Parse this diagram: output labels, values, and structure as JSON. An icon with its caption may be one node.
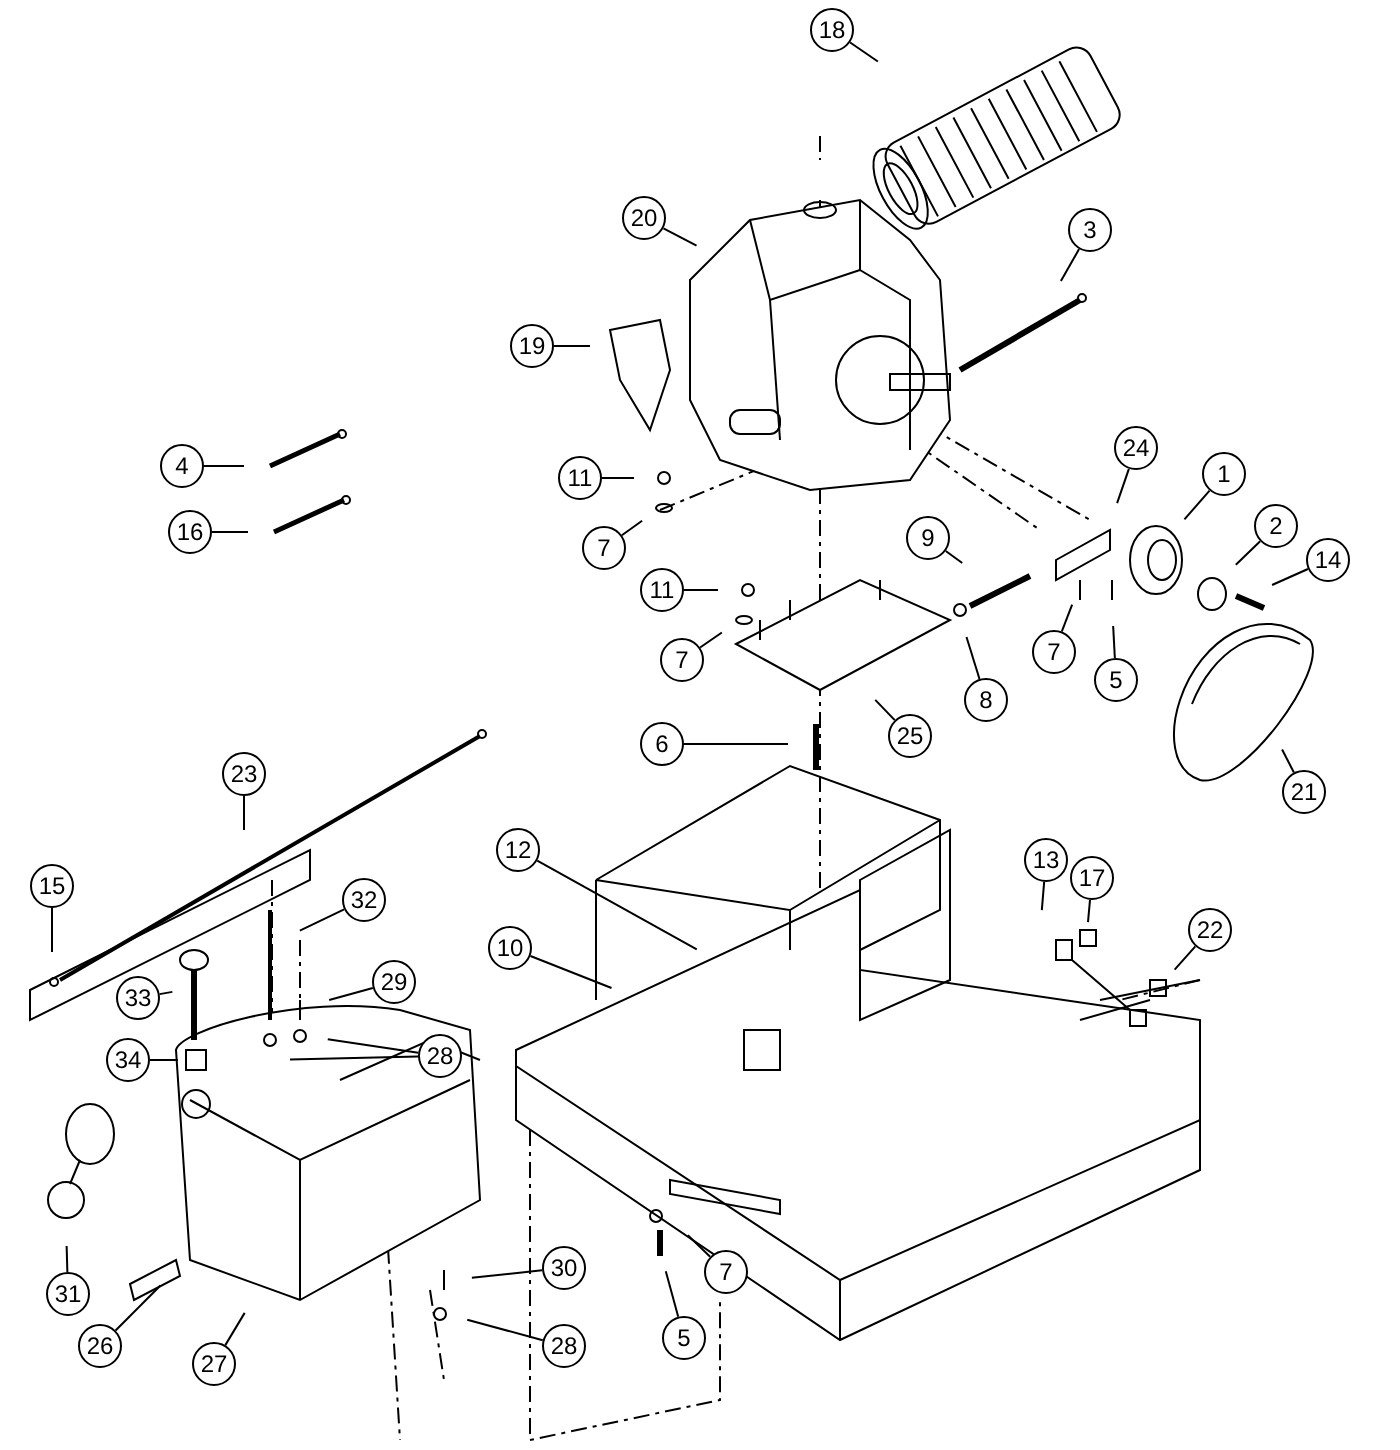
{
  "diagram": {
    "nodes": [
      {
        "text": [
          "18"
        ]
      },
      {
        "text": [
          "20"
        ]
      },
      {
        "text": [
          "3"
        ]
      },
      {
        "text": [
          "19"
        ]
      },
      {
        "text": [
          "4"
        ]
      },
      {
        "text": [
          "16"
        ]
      },
      {
        "text": [
          "11"
        ]
      },
      {
        "text": [
          "7"
        ]
      },
      {
        "text": [
          "24"
        ]
      },
      {
        "text": [
          "1"
        ]
      },
      {
        "text": [
          "2"
        ]
      },
      {
        "text": [
          "14"
        ]
      },
      {
        "text": [
          "11"
        ]
      },
      {
        "text": [
          "9"
        ]
      },
      {
        "text": [
          "7"
        ]
      },
      {
        "text": [
          "8"
        ]
      },
      {
        "text": [
          "7"
        ]
      },
      {
        "text": [
          "5"
        ]
      },
      {
        "text": [
          "25"
        ]
      },
      {
        "text": [
          "6"
        ]
      },
      {
        "text": [
          "21"
        ]
      },
      {
        "text": [
          "23"
        ]
      },
      {
        "text": [
          "15"
        ]
      },
      {
        "text": [
          "32"
        ]
      },
      {
        "text": [
          "12"
        ]
      },
      {
        "text": [
          "13"
        ]
      },
      {
        "text": [
          "17"
        ]
      },
      {
        "text": [
          "22"
        ]
      },
      {
        "text": [
          "10"
        ]
      },
      {
        "text": [
          "29"
        ]
      },
      {
        "text": [
          "33"
        ]
      },
      {
        "text": [
          "28"
        ]
      },
      {
        "text": [
          "34"
        ]
      },
      {
        "text": [
          "31"
        ]
      },
      {
        "text": [
          "26"
        ]
      },
      {
        "text": [
          "27"
        ]
      },
      {
        "text": [
          "30"
        ]
      },
      {
        "text": [
          "28"
        ]
      },
      {
        "text": [
          "7"
        ]
      },
      {
        "text": [
          "5"
        ]
      }
    ],
    "edges": [
      {
        "from": 0,
        "to": null,
        "arrow": "none"
      },
      {
        "from": 1,
        "to": null,
        "arrow": "none"
      },
      {
        "from": 2,
        "to": null,
        "arrow": "none"
      },
      {
        "from": 3,
        "to": null,
        "arrow": "none"
      },
      {
        "from": 4,
        "to": null,
        "arrow": "none"
      },
      {
        "from": 5,
        "to": null,
        "arrow": "none"
      },
      {
        "from": 6,
        "to": null,
        "arrow": "none"
      },
      {
        "from": 7,
        "to": null,
        "arrow": "none"
      },
      {
        "from": 8,
        "to": null,
        "arrow": "none"
      },
      {
        "from": 9,
        "to": null,
        "arrow": "none"
      },
      {
        "from": 10,
        "to": null,
        "arrow": "none"
      },
      {
        "from": 11,
        "to": null,
        "arrow": "none"
      },
      {
        "from": 12,
        "to": null,
        "arrow": "none"
      },
      {
        "from": 13,
        "to": null,
        "arrow": "none"
      },
      {
        "from": 14,
        "to": null,
        "arrow": "none"
      },
      {
        "from": 15,
        "to": null,
        "arrow": "none"
      },
      {
        "from": 16,
        "to": null,
        "arrow": "none"
      },
      {
        "from": 17,
        "to": null,
        "arrow": "none"
      },
      {
        "from": 18,
        "to": null,
        "arrow": "none"
      },
      {
        "from": 19,
        "to": null,
        "arrow": "none"
      },
      {
        "from": 20,
        "to": null,
        "arrow": "none"
      },
      {
        "from": 21,
        "to": null,
        "arrow": "none"
      },
      {
        "from": 22,
        "to": null,
        "arrow": "none"
      },
      {
        "from": 23,
        "to": null,
        "arrow": "none"
      },
      {
        "from": 24,
        "to": null,
        "arrow": "none"
      },
      {
        "from": 25,
        "to": null,
        "arrow": "none"
      },
      {
        "from": 26,
        "to": null,
        "arrow": "none"
      },
      {
        "from": 27,
        "to": null,
        "arrow": "none"
      },
      {
        "from": 28,
        "to": null,
        "arrow": "none"
      },
      {
        "from": 29,
        "to": null,
        "arrow": "none"
      },
      {
        "from": 30,
        "to": null,
        "arrow": "none"
      },
      {
        "from": 31,
        "to": null,
        "arrow": "none"
      },
      {
        "from": 31,
        "to": null,
        "arrow": "none"
      },
      {
        "from": 32,
        "to": null,
        "arrow": "none"
      },
      {
        "from": 33,
        "to": null,
        "arrow": "none"
      },
      {
        "from": 34,
        "to": null,
        "arrow": "none"
      },
      {
        "from": 35,
        "to": null,
        "arrow": "none"
      },
      {
        "from": 36,
        "to": null,
        "arrow": "none"
      },
      {
        "from": 37,
        "to": null,
        "arrow": "none"
      },
      {
        "from": 38,
        "to": null,
        "arrow": "none"
      },
      {
        "from": 39,
        "to": null,
        "arrow": "none"
      }
    ]
  }
}
